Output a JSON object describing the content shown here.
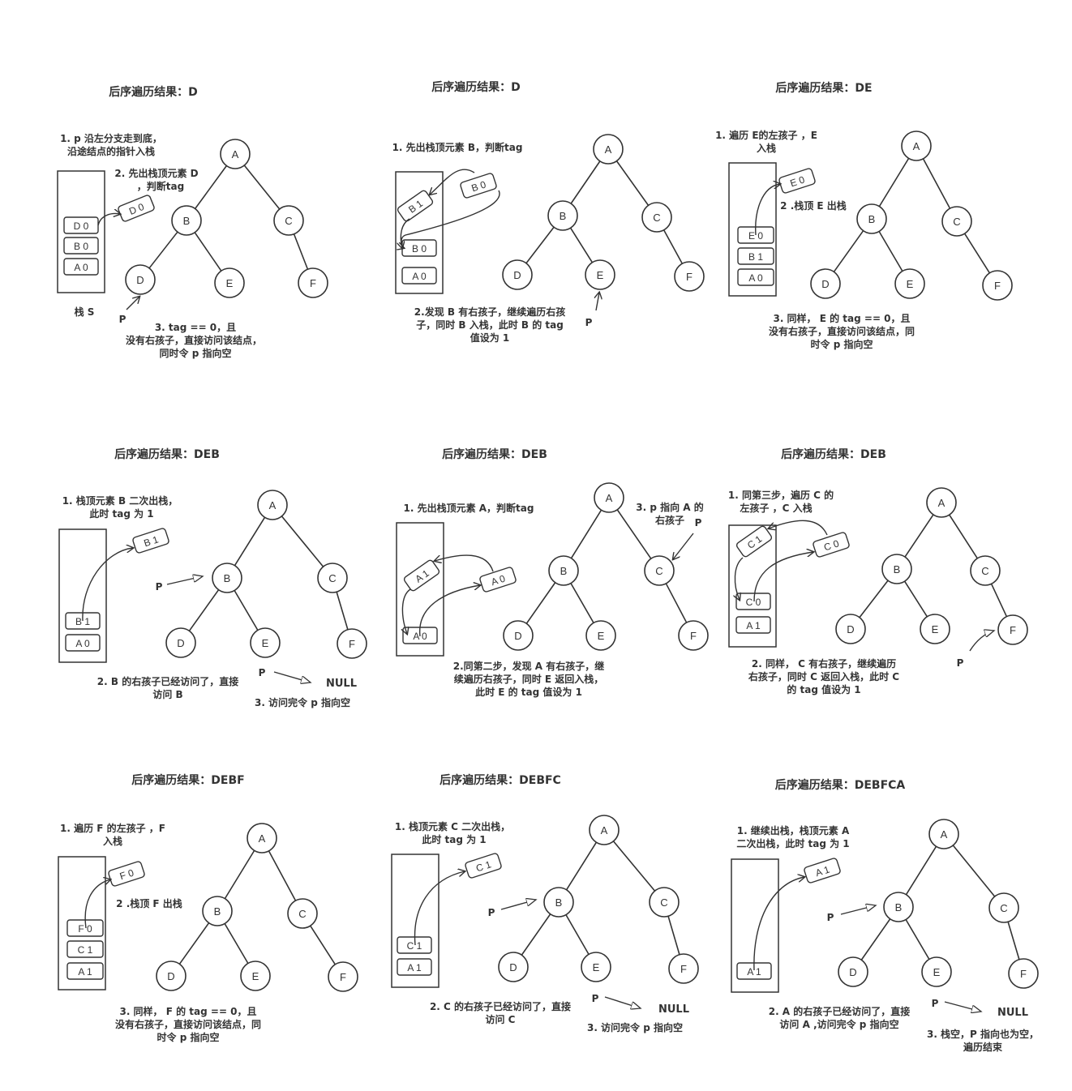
{
  "panels": [
    {
      "title": "后序遍历结果：D",
      "nodes": [
        "A",
        "B",
        "C",
        "D",
        "E",
        "F"
      ],
      "stack": [
        "D 0",
        "B 0",
        "A 0"
      ],
      "stack_label": "栈 S",
      "floating": [
        "D 0"
      ],
      "p_labels": [
        "P"
      ],
      "null_label": "",
      "notes": [
        "1.  p 沿左分支走到底，",
        "沿途结点的指针入栈",
        "2. 先出栈顶元素 D",
        "，判断tag",
        "3. tag == 0，且",
        "没有右孩子，直接访问该结点，",
        "同时令 p 指向空"
      ]
    },
    {
      "title": "后序遍历结果：D",
      "nodes": [
        "A",
        "B",
        "C",
        "D",
        "E",
        "F"
      ],
      "stack": [
        "B 0",
        "A 0"
      ],
      "stack_label": "",
      "floating": [
        "B 1",
        "B 0"
      ],
      "p_labels": [
        "P"
      ],
      "null_label": "",
      "notes": [
        "1. 先出栈顶元素 B，判断tag",
        "2.发现 B 有右孩子，继续遍历右孩",
        "子，同时 B 入栈，此时 B 的 tag",
        "值设为 1"
      ]
    },
    {
      "title": "后序遍历结果：DE",
      "nodes": [
        "A",
        "B",
        "C",
        "D",
        "E",
        "F"
      ],
      "stack": [
        "E 0",
        "B 1",
        "A 0"
      ],
      "stack_label": "",
      "floating": [
        "E 0"
      ],
      "p_labels": [],
      "null_label": "",
      "notes": [
        "1. 遍历 E的左孩子 ，E",
        "入栈",
        "2 .栈顶 E 出栈",
        "3. 同样， E 的  tag == 0，且",
        "没有右孩子，直接访问该结点，同",
        "时令 p 指向空"
      ]
    },
    {
      "title": "后序遍历结果：DEB",
      "nodes": [
        "A",
        "B",
        "C",
        "D",
        "E",
        "F"
      ],
      "stack": [
        "B 1",
        "A 0"
      ],
      "stack_label": "",
      "floating": [
        "B 1"
      ],
      "p_labels": [
        "P",
        "P"
      ],
      "null_label": "NULL",
      "notes": [
        "1. 栈顶元素 B 二次出栈，",
        "此时 tag 为 1",
        "2. B 的右孩子已经访问了，直接",
        "访问 B",
        "3. 访问完令 p 指向空"
      ]
    },
    {
      "title": "后序遍历结果：DEB",
      "nodes": [
        "A",
        "B",
        "C",
        "D",
        "E",
        "F"
      ],
      "stack": [
        "A 0"
      ],
      "stack_label": "",
      "floating": [
        "A 1",
        "A 0"
      ],
      "p_labels": [
        "P"
      ],
      "null_label": "",
      "notes": [
        "1. 先出栈顶元素 A，判断tag",
        "3.  p 指向  A 的",
        "右孩子",
        "2.同第二步，发现 A 有右孩子，继",
        "续遍历右孩子，同时 E 返回入栈，",
        "此时 E 的 tag 值设为 1"
      ]
    },
    {
      "title": "后序遍历结果：DEB",
      "nodes": [
        "A",
        "B",
        "C",
        "D",
        "E",
        "F"
      ],
      "stack": [
        "C 0",
        "A 1"
      ],
      "stack_label": "",
      "floating": [
        "C 1",
        "C 0"
      ],
      "p_labels": [
        "P"
      ],
      "null_label": "",
      "notes": [
        "1. 同第三步，遍历 C 的",
        "左孩子 ，C 入栈",
        "2. 同样， C 有右孩子，继续遍历",
        "右孩子，同时 C 返回入栈，此时 C",
        "的 tag 值设为 1"
      ]
    },
    {
      "title": "后序遍历结果：DEBF",
      "nodes": [
        "A",
        "B",
        "C",
        "D",
        "E",
        "F"
      ],
      "stack": [
        "F 0",
        "C 1",
        "A 1"
      ],
      "stack_label": "",
      "floating": [
        "F 0"
      ],
      "p_labels": [],
      "null_label": "",
      "notes": [
        "1. 遍历 F 的左孩子 ，F",
        "入栈",
        "2 .栈顶 F 出栈",
        "3. 同样， F 的  tag == 0，且",
        "没有右孩子，直接访问该结点，同",
        "时令 p 指向空"
      ]
    },
    {
      "title": "后序遍历结果：DEBFC",
      "nodes": [
        "A",
        "B",
        "C",
        "D",
        "E",
        "F"
      ],
      "stack": [
        "C 1",
        "A 1"
      ],
      "stack_label": "",
      "floating": [
        "C 1"
      ],
      "p_labels": [
        "P",
        "P"
      ],
      "null_label": "NULL",
      "notes": [
        "1. 栈顶元素 C 二次出栈，",
        "此时 tag 为 1",
        "2. C 的右孩子已经访问了，直接",
        "访问 C",
        "3. 访问完令 p 指向空"
      ]
    },
    {
      "title": "后序遍历结果：DEBFCA",
      "nodes": [
        "A",
        "B",
        "C",
        "D",
        "E",
        "F"
      ],
      "stack": [
        "A 1"
      ],
      "stack_label": "",
      "floating": [
        "A 1"
      ],
      "p_labels": [
        "P",
        "P"
      ],
      "null_label": "NULL",
      "notes": [
        "1. 继续出栈，栈顶元素 A",
        "二次出栈，此时 tag 为 1",
        "2. A 的右孩子已经访问了，直接",
        "访问 A ,访问完令 p 指向空",
        "3. 栈空，P 指向也为空，",
        "遍历结束"
      ]
    }
  ]
}
